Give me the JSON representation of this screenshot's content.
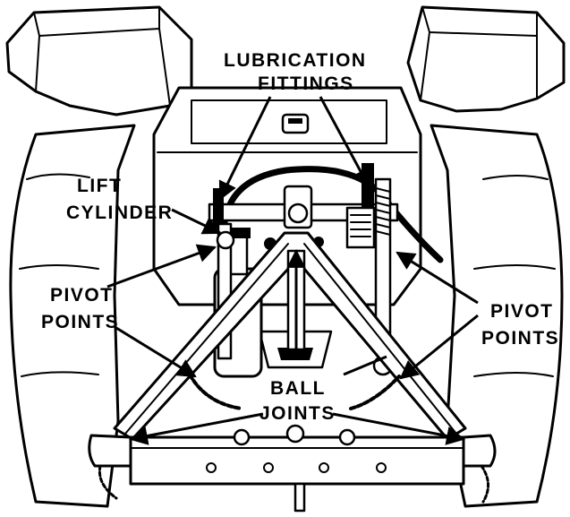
{
  "figure": {
    "background": "#ffffff",
    "ink": "#000000"
  },
  "labels": {
    "lubrication_fittings_line1": "LUBRICATION",
    "lubrication_fittings_line2": "FITTINGS",
    "lift_cylinder_line1": "LIFT",
    "lift_cylinder_line2": "CYLINDER",
    "pivot_points_left_line1": "PIVOT",
    "pivot_points_left_line2": "POINTS",
    "pivot_points_right_line1": "PIVOT",
    "pivot_points_right_line2": "POINTS",
    "ball_joints_line1": "BALL",
    "ball_joints_line2": "JOINTS"
  }
}
